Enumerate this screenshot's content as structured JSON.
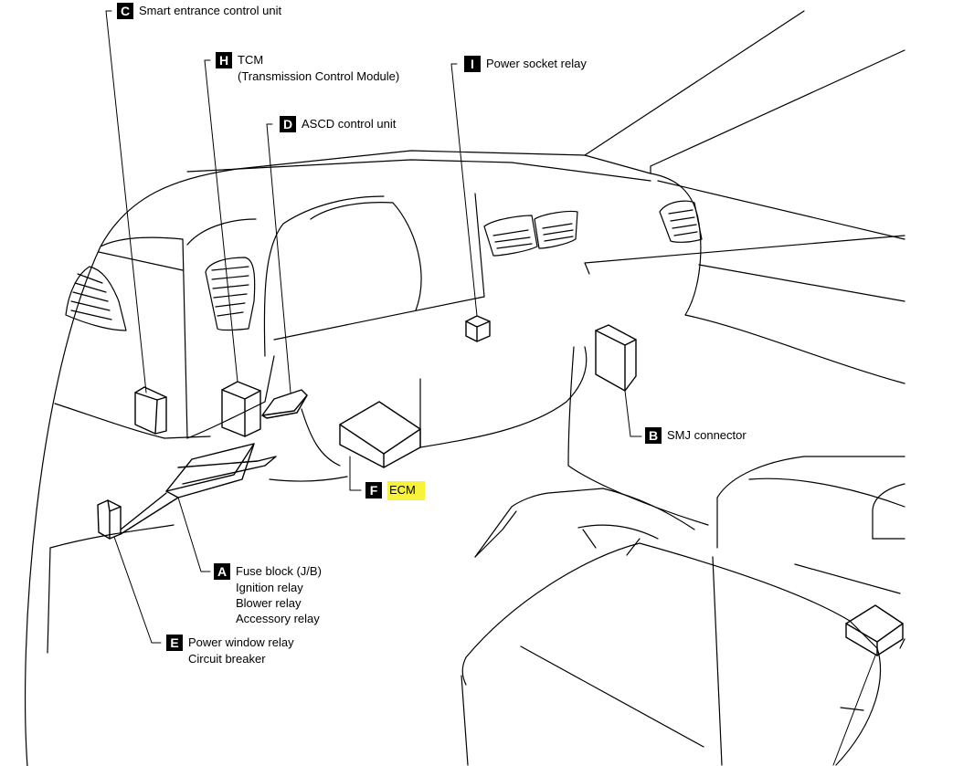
{
  "components": [
    {
      "key": "C",
      "letter": "C",
      "lines": [
        "Smart entrance control unit"
      ]
    },
    {
      "key": "H",
      "letter": "H",
      "lines": [
        "TCM",
        "(Transmission Control Module)"
      ]
    },
    {
      "key": "I",
      "letter": "I",
      "lines": [
        "Power socket relay"
      ]
    },
    {
      "key": "D",
      "letter": "D",
      "lines": [
        "ASCD control unit"
      ]
    },
    {
      "key": "B",
      "letter": "B",
      "lines": [
        "SMJ connector"
      ]
    },
    {
      "key": "F",
      "letter": "F",
      "lines": [
        "ECM"
      ],
      "highlight": "#f7f23a"
    },
    {
      "key": "A",
      "letter": "A",
      "lines": [
        "Fuse block (J/B)",
        "Ignition relay",
        "Blower relay",
        "Accessory relay"
      ]
    },
    {
      "key": "E",
      "letter": "E",
      "lines": [
        "Power window relay",
        "Circuit breaker"
      ]
    }
  ]
}
